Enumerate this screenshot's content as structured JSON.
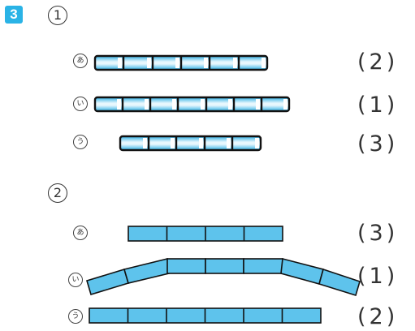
{
  "problem": {
    "number": "3"
  },
  "parts": [
    {
      "label": "1",
      "rows": [
        {
          "kana": "あ",
          "answer": "(2)"
        },
        {
          "kana": "い",
          "answer": "(1)"
        },
        {
          "kana": "う",
          "answer": "(3)"
        }
      ]
    },
    {
      "label": "2",
      "rows": [
        {
          "kana": "あ",
          "answer": "(3)"
        },
        {
          "kana": "い",
          "answer": "(1)"
        },
        {
          "kana": "う",
          "answer": "(2)"
        }
      ]
    }
  ],
  "colors": {
    "badge": "#2ab3e6",
    "block": "#5ec3ec",
    "block_light": "#bfe9f8",
    "outline": "#1a1a1a"
  }
}
